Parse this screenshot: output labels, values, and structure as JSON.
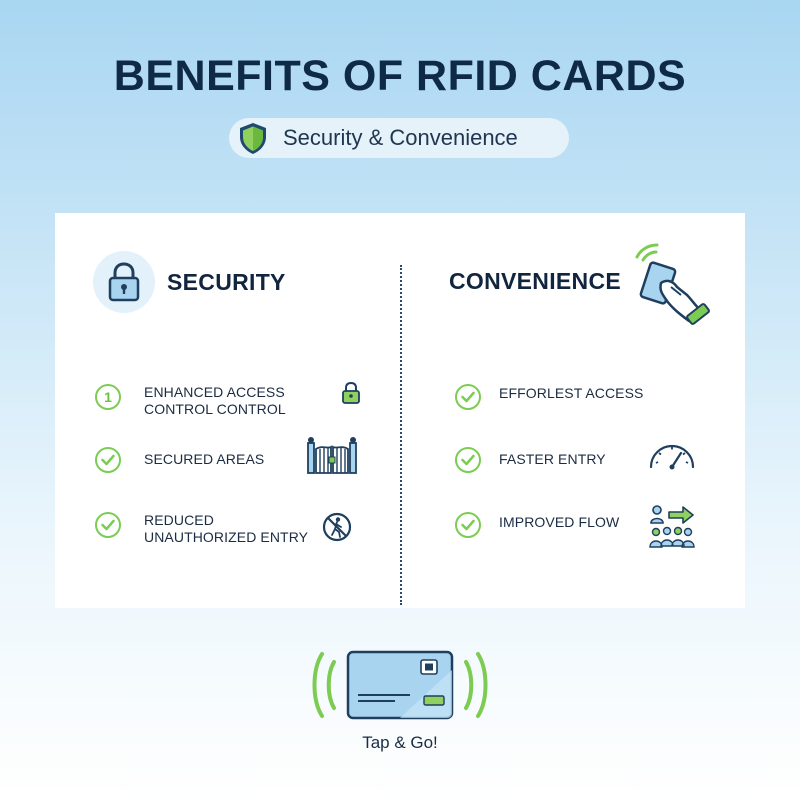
{
  "header": {
    "title": "BENEFITS OF RFID CARDS",
    "subtitle": "Security & Convenience"
  },
  "security": {
    "heading": "SECURITY",
    "items": [
      {
        "marker": "1",
        "text": "Enhanced Access Control Control",
        "icon": "padlock-icon"
      },
      {
        "marker": "check",
        "text": "Secured Areas",
        "icon": "gate-icon"
      },
      {
        "marker": "check",
        "text": "Reduced Unauthorized Entry",
        "icon": "no-entry-icon"
      }
    ]
  },
  "convenience": {
    "heading": "CONVENIENCE",
    "items": [
      {
        "marker": "check",
        "text": "Efforlest Access",
        "icon": ""
      },
      {
        "marker": "check",
        "text": "Faster Entry",
        "icon": "speedometer-icon"
      },
      {
        "marker": "check",
        "text": "Improved Flow",
        "icon": "crowd-arrow-icon"
      }
    ]
  },
  "footer": {
    "label": "Tap & Go!"
  },
  "colors": {
    "navy": "#0f2a47",
    "green": "#7ccc54",
    "card_blue": "#a9d4f0",
    "shield_green": "#8fd05e"
  }
}
